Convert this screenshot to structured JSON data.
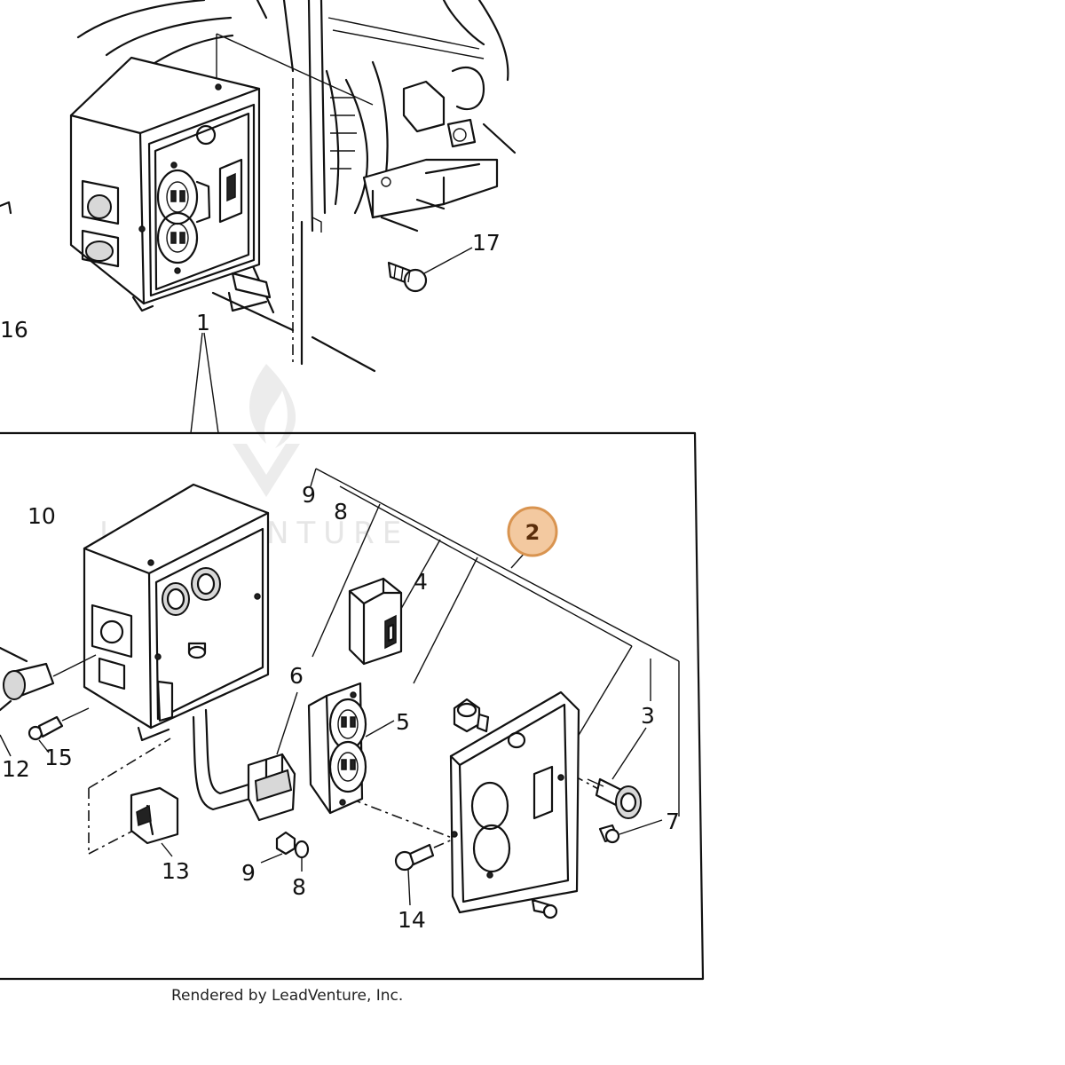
{
  "watermark": {
    "brand": "LEADVENTURE"
  },
  "credit": "Rendered by LeadVenture, Inc.",
  "highlighted_callout": "2",
  "highlight_colors": {
    "fill": "#f3c9a0",
    "stroke": "#d99450"
  },
  "callouts": {
    "c1": "1",
    "c2": "2",
    "c3": "3",
    "c4": "4",
    "c5": "5",
    "c6": "6",
    "c7": "7",
    "c8a": "8",
    "c8b": "8",
    "c9a": "9",
    "c9b": "9",
    "c10": "10",
    "c12": "12",
    "c13": "13",
    "c14": "14",
    "c15": "15",
    "c16": "16",
    "c17": "17"
  }
}
